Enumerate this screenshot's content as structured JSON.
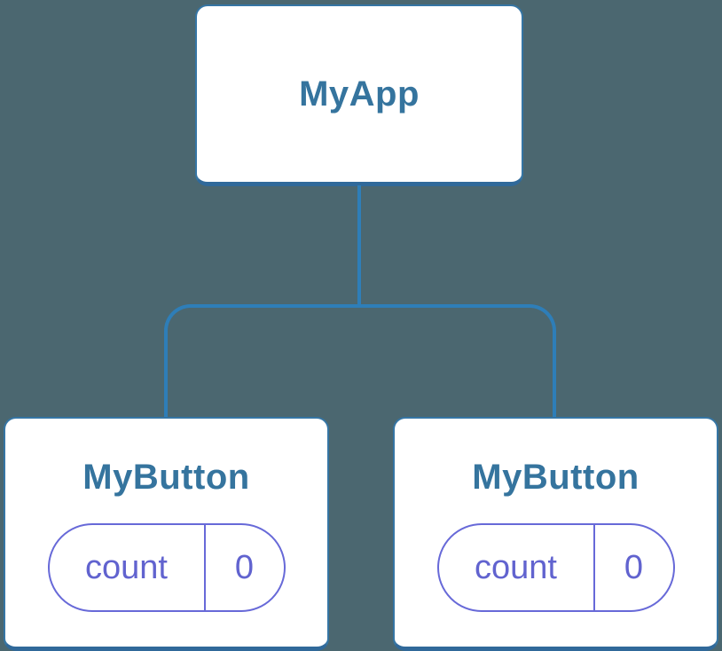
{
  "diagram": {
    "type": "component-tree",
    "colors": {
      "background": "#4b6770",
      "node_background": "#ffffff",
      "node_border": "#3575a4",
      "node_border_bottom": "#30699a",
      "connector_line": "#2e7eb8",
      "node_title_text": "#35749e",
      "state_pill_border": "#6769d8",
      "state_pill_text": "#6163cf"
    },
    "root": {
      "label": "MyApp"
    },
    "children": [
      {
        "label": "MyButton",
        "state": {
          "key": "count",
          "value": "0"
        }
      },
      {
        "label": "MyButton",
        "state": {
          "key": "count",
          "value": "0"
        }
      }
    ]
  }
}
